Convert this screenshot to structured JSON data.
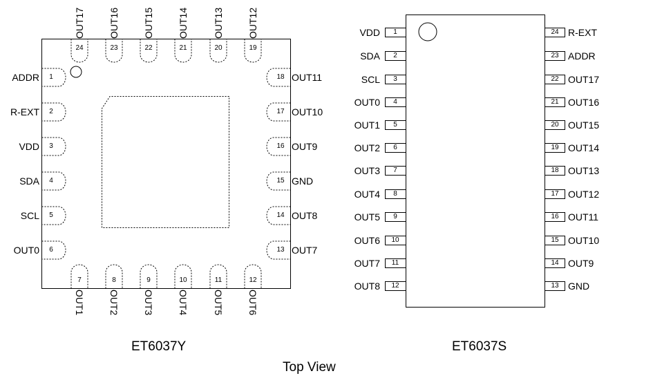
{
  "qfn": {
    "caption": "ET6037Y",
    "left_pins": [
      {
        "n": "1",
        "name": "ADDR"
      },
      {
        "n": "2",
        "name": "R-EXT"
      },
      {
        "n": "3",
        "name": "VDD"
      },
      {
        "n": "4",
        "name": "SDA"
      },
      {
        "n": "5",
        "name": "SCL"
      },
      {
        "n": "6",
        "name": "OUT0"
      }
    ],
    "bottom_pins": [
      {
        "n": "7",
        "name": "OUT1"
      },
      {
        "n": "8",
        "name": "OUT2"
      },
      {
        "n": "9",
        "name": "OUT3"
      },
      {
        "n": "10",
        "name": "OUT4"
      },
      {
        "n": "11",
        "name": "OUT5"
      },
      {
        "n": "12",
        "name": "OUT6"
      }
    ],
    "right_pins": [
      {
        "n": "18",
        "name": "OUT11"
      },
      {
        "n": "17",
        "name": "OUT10"
      },
      {
        "n": "16",
        "name": "OUT9"
      },
      {
        "n": "15",
        "name": "GND"
      },
      {
        "n": "14",
        "name": "OUT8"
      },
      {
        "n": "13",
        "name": "OUT7"
      }
    ],
    "top_pins": [
      {
        "n": "24",
        "name": "OUT17"
      },
      {
        "n": "23",
        "name": "OUT16"
      },
      {
        "n": "22",
        "name": "OUT15"
      },
      {
        "n": "21",
        "name": "OUT14"
      },
      {
        "n": "20",
        "name": "OUT13"
      },
      {
        "n": "19",
        "name": "OUT12"
      }
    ]
  },
  "soic": {
    "caption": "ET6037S",
    "left_pins": [
      {
        "n": "1",
        "name": "VDD"
      },
      {
        "n": "2",
        "name": "SDA"
      },
      {
        "n": "3",
        "name": "SCL"
      },
      {
        "n": "4",
        "name": "OUT0"
      },
      {
        "n": "5",
        "name": "OUT1"
      },
      {
        "n": "6",
        "name": "OUT2"
      },
      {
        "n": "7",
        "name": "OUT3"
      },
      {
        "n": "8",
        "name": "OUT4"
      },
      {
        "n": "9",
        "name": "OUT5"
      },
      {
        "n": "10",
        "name": "OUT6"
      },
      {
        "n": "11",
        "name": "OUT7"
      },
      {
        "n": "12",
        "name": "OUT8"
      }
    ],
    "right_pins": [
      {
        "n": "24",
        "name": "R-EXT"
      },
      {
        "n": "23",
        "name": "ADDR"
      },
      {
        "n": "22",
        "name": "OUT17"
      },
      {
        "n": "21",
        "name": "OUT16"
      },
      {
        "n": "20",
        "name": "OUT15"
      },
      {
        "n": "19",
        "name": "OUT14"
      },
      {
        "n": "18",
        "name": "OUT13"
      },
      {
        "n": "17",
        "name": "OUT12"
      },
      {
        "n": "16",
        "name": "OUT11"
      },
      {
        "n": "15",
        "name": "OUT10"
      },
      {
        "n": "14",
        "name": "OUT9"
      },
      {
        "n": "13",
        "name": "GND"
      }
    ]
  },
  "footer": "Top View"
}
